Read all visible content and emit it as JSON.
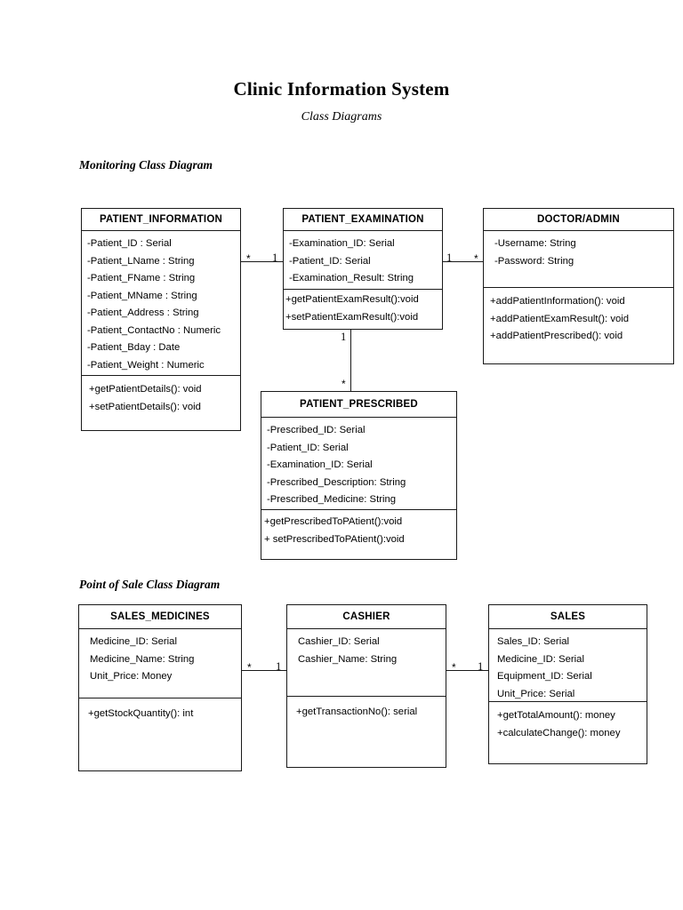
{
  "document": {
    "title": "Clinic Information System",
    "subtitle": "Class Diagrams"
  },
  "sections": {
    "monitoring": {
      "heading": "Monitoring Class Diagram"
    },
    "point_of_sale": {
      "heading": "Point of Sale Class Diagram"
    }
  },
  "classes": {
    "patient_information": {
      "name": "PATIENT_INFORMATION",
      "attributes": [
        "-Patient_ID : Serial",
        "-Patient_LName : String",
        "-Patient_FName : String",
        "-Patient_MName : String",
        "-Patient_Address : String",
        "-Patient_ContactNo : Numeric",
        "-Patient_Bday : Date",
        "-Patient_Weight : Numeric"
      ],
      "operations": [
        "+getPatientDetails(): void",
        "+setPatientDetails(): void"
      ]
    },
    "patient_examination": {
      "name": "PATIENT_EXAMINATION",
      "attributes": [
        "-Examination_ID: Serial",
        "-Patient_ID: Serial",
        "-Examination_Result: String"
      ],
      "operations": [
        "+getPatientExamResult():void",
        "+setPatientExamResult():void"
      ]
    },
    "doctor_admin": {
      "name": "DOCTOR/ADMIN",
      "attributes": [
        "-Username: String",
        "-Password: String"
      ],
      "operations": [
        "+addPatientInformation(): void",
        "+addPatientExamResult(): void",
        "+addPatientPrescribed(): void"
      ]
    },
    "patient_prescribed": {
      "name": "PATIENT_PRESCRIBED",
      "attributes": [
        "-Prescribed_ID: Serial",
        "-Patient_ID: Serial",
        "-Examination_ID: Serial",
        "-Prescribed_Description: String",
        "-Prescribed_Medicine: String"
      ],
      "operations": [
        "+getPrescribedToPAtient():void",
        "+ setPrescribedToPAtient():void"
      ]
    },
    "sales_medicines": {
      "name": "SALES_MEDICINES",
      "attributes": [
        "Medicine_ID: Serial",
        "Medicine_Name: String",
        "Unit_Price: Money"
      ],
      "operations": [
        "+getStockQuantity(): int"
      ]
    },
    "cashier": {
      "name": "CASHIER",
      "attributes": [
        "Cashier_ID: Serial",
        "Cashier_Name: String"
      ],
      "operations": [
        "+getTransactionNo(): serial"
      ]
    },
    "sales": {
      "name": "SALES",
      "attributes": [
        "Sales_ID: Serial",
        "Medicine_ID: Serial",
        "Equipment_ID: Serial",
        "Unit_Price: Serial"
      ],
      "operations": [
        "+getTotalAmount(): money",
        "+calculateChange(): money"
      ]
    }
  },
  "associations": [
    {
      "id": "info-exam",
      "from_multiplicity": "*",
      "to_multiplicity": "1"
    },
    {
      "id": "exam-doctor",
      "from_multiplicity": "1",
      "to_multiplicity": "*"
    },
    {
      "id": "exam-prescribed",
      "from_multiplicity": "1",
      "to_multiplicity": "*"
    },
    {
      "id": "medicines-cashier",
      "from_multiplicity": "*",
      "to_multiplicity": "1"
    },
    {
      "id": "cashier-sales",
      "from_multiplicity": "*",
      "to_multiplicity": "1"
    }
  ],
  "style": {
    "stroke": "#1a1a1a",
    "background": "#ffffff"
  }
}
